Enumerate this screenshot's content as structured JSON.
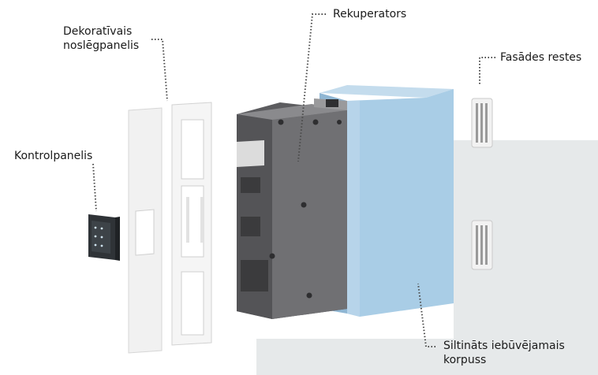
{
  "labels": {
    "rekuperators": "Rekuperators",
    "dekorativais_line1": "Dekoratīvais",
    "dekorativais_line2": "noslēgpanelis",
    "kontrolpanelis": "Kontrolpanelis",
    "fasades_restes": "Fasādes restes",
    "korpuss_line1": "Siltināts iebūvējamais",
    "korpuss_line2": "korpuss"
  },
  "colors": {
    "wall": "#e6e9ea",
    "housing_blue": "#a9cde6",
    "housing_blue_dark": "#8fb6d3",
    "unit_grey": "#6e6e70",
    "unit_grey_dark": "#4f4f52",
    "panel_white": "#f4f4f4",
    "leader": "#4a4a4a"
  }
}
